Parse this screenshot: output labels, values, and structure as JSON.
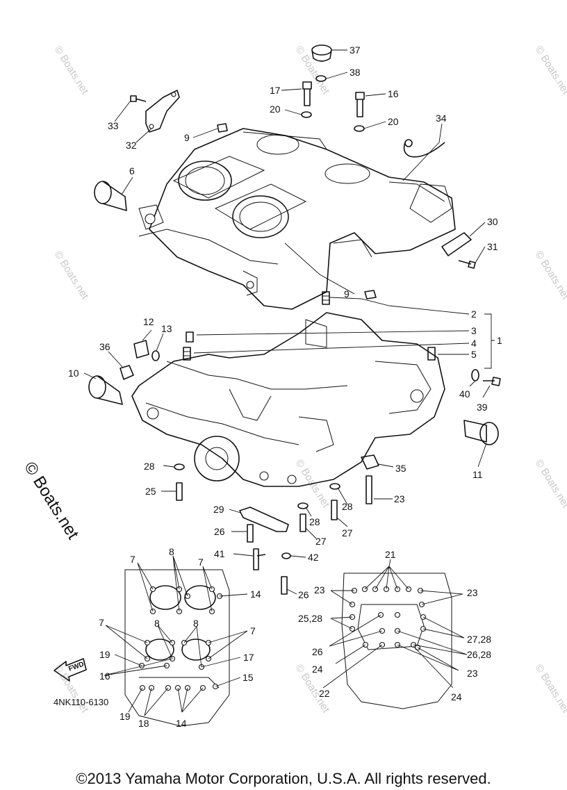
{
  "watermark_text": "© Boats.net",
  "side_watermark": "© Boats.net",
  "part_code": "4NK110-6130",
  "fwd_label": "FWD",
  "copyright": "©2013 Yamaha Motor Corporation, U.S.A. All rights reserved.",
  "callouts": [
    {
      "text": "37"
    },
    {
      "text": "38"
    },
    {
      "text": "17"
    },
    {
      "text": "16"
    },
    {
      "text": "20"
    },
    {
      "text": "20"
    },
    {
      "text": "34"
    },
    {
      "text": "33"
    },
    {
      "text": "32"
    },
    {
      "text": "9"
    },
    {
      "text": "6"
    },
    {
      "text": "30"
    },
    {
      "text": "31"
    },
    {
      "text": "9"
    },
    {
      "text": "2"
    },
    {
      "text": "3"
    },
    {
      "text": "4"
    },
    {
      "text": "1"
    },
    {
      "text": "5"
    },
    {
      "text": "12"
    },
    {
      "text": "13"
    },
    {
      "text": "36"
    },
    {
      "text": "10"
    },
    {
      "text": "40"
    },
    {
      "text": "39"
    },
    {
      "text": "11"
    },
    {
      "text": "28"
    },
    {
      "text": "35"
    },
    {
      "text": "25"
    },
    {
      "text": "23"
    },
    {
      "text": "28"
    },
    {
      "text": "29"
    },
    {
      "text": "28"
    },
    {
      "text": "26"
    },
    {
      "text": "27"
    },
    {
      "text": "27"
    },
    {
      "text": "41"
    },
    {
      "text": "42"
    },
    {
      "text": "21"
    },
    {
      "text": "7"
    },
    {
      "text": "8"
    },
    {
      "text": "7"
    },
    {
      "text": "14"
    },
    {
      "text": "26"
    },
    {
      "text": "23"
    },
    {
      "text": "23"
    },
    {
      "text": "25,28"
    },
    {
      "text": "7"
    },
    {
      "text": "8"
    },
    {
      "text": "8"
    },
    {
      "text": "7"
    },
    {
      "text": "27,28"
    },
    {
      "text": "19"
    },
    {
      "text": "17"
    },
    {
      "text": "26"
    },
    {
      "text": "26,28"
    },
    {
      "text": "16"
    },
    {
      "text": "15"
    },
    {
      "text": "24"
    },
    {
      "text": "23"
    },
    {
      "text": "22"
    },
    {
      "text": "24"
    },
    {
      "text": "19"
    },
    {
      "text": "18"
    },
    {
      "text": "14"
    }
  ]
}
